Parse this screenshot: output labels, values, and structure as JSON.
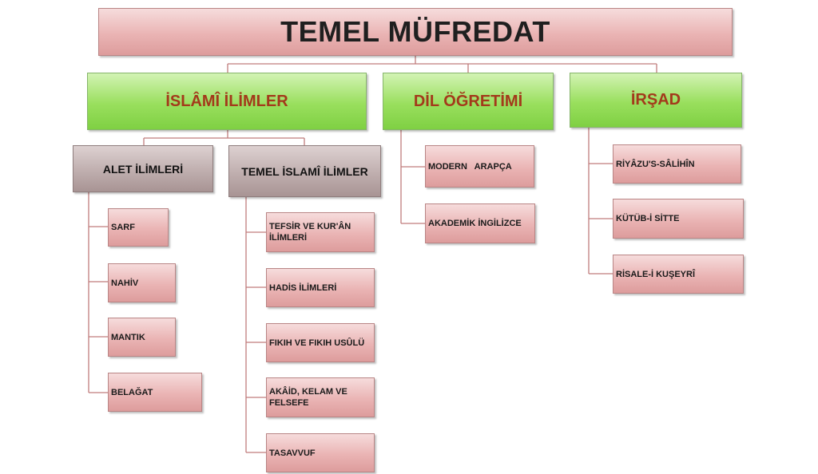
{
  "root": {
    "label": "TEMEL MÜFREDAT"
  },
  "branches": [
    {
      "label": "İSLÂMÎ İLİMLER"
    },
    {
      "label": "DİL ÖĞRETİMİ"
    },
    {
      "label": "İRŞAD"
    }
  ],
  "islami_sub": [
    {
      "label": "ALET İLİMLERİ"
    },
    {
      "label": "TEMEL İSLAMÎ İLİMLER"
    }
  ],
  "alet_items": [
    "SARF",
    "NAHİV",
    "MANTIK",
    "BELAĞAT"
  ],
  "temel_items": [
    "TEFSİR VE KUR'ÂN İLİMLERİ",
    "HADİS İLİMLERİ",
    "FIKIH VE FIKIH USÛLÜ",
    "AKÂİD, KELAM VE FELSEFE",
    "TASAVVUF"
  ],
  "dil_items": [
    "MODERN   ARAPÇA",
    "AKADEMİK İNGİLİZCE"
  ],
  "irsad_items": [
    "RİYÂZU'S-SÂLİHÎN",
    "KÜTÜB-İ SİTTE",
    "RİSALE-İ KUŞEYRÎ"
  ],
  "colors": {
    "line": "#c07c7c",
    "branch_text": "#a33a1b"
  }
}
